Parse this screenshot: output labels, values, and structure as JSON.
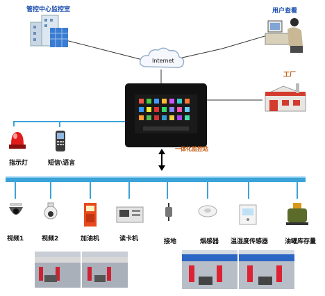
{
  "labels": {
    "monitor_center": "管控中心监控室",
    "user_view": "用户查看",
    "internet": "Internet",
    "factory": "工厂",
    "controller": "一体化监控站",
    "indicator": "指示灯",
    "sms_voice": "短信\\语言",
    "video1": "视频1",
    "video2": "视频2",
    "dispenser": "加油机",
    "card_reader": "读卡机",
    "ground": "接地",
    "smoke": "烟感器",
    "temp_humidity": "温湿度传感器",
    "tank": "油罐库存量"
  },
  "colors": {
    "bus": "#3aa3d8",
    "label_blue": "#1d4fb0",
    "label_orange": "#c55a11"
  }
}
